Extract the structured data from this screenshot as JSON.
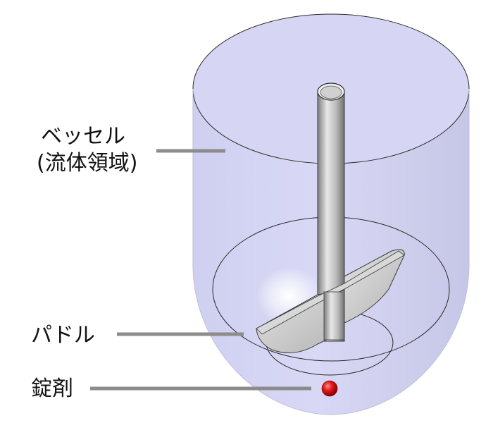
{
  "labels": {
    "vessel_line1": "ベッセル",
    "vessel_line2": "(流体領域)",
    "paddle": "パドル",
    "tablet": "錠剤"
  },
  "colors": {
    "fluid_fill": "#d4d4f2",
    "fluid_edge": "#c2c2e4",
    "outline": "#2a2a2a",
    "shaft_light": "#e6e6e6",
    "shaft_dark": "#8a8a8a",
    "blade": "#c9c9c9",
    "leader_line": "#8c8c8c",
    "tablet": "#d11a1a"
  },
  "icons": {
    "tablet": "red-sphere"
  }
}
